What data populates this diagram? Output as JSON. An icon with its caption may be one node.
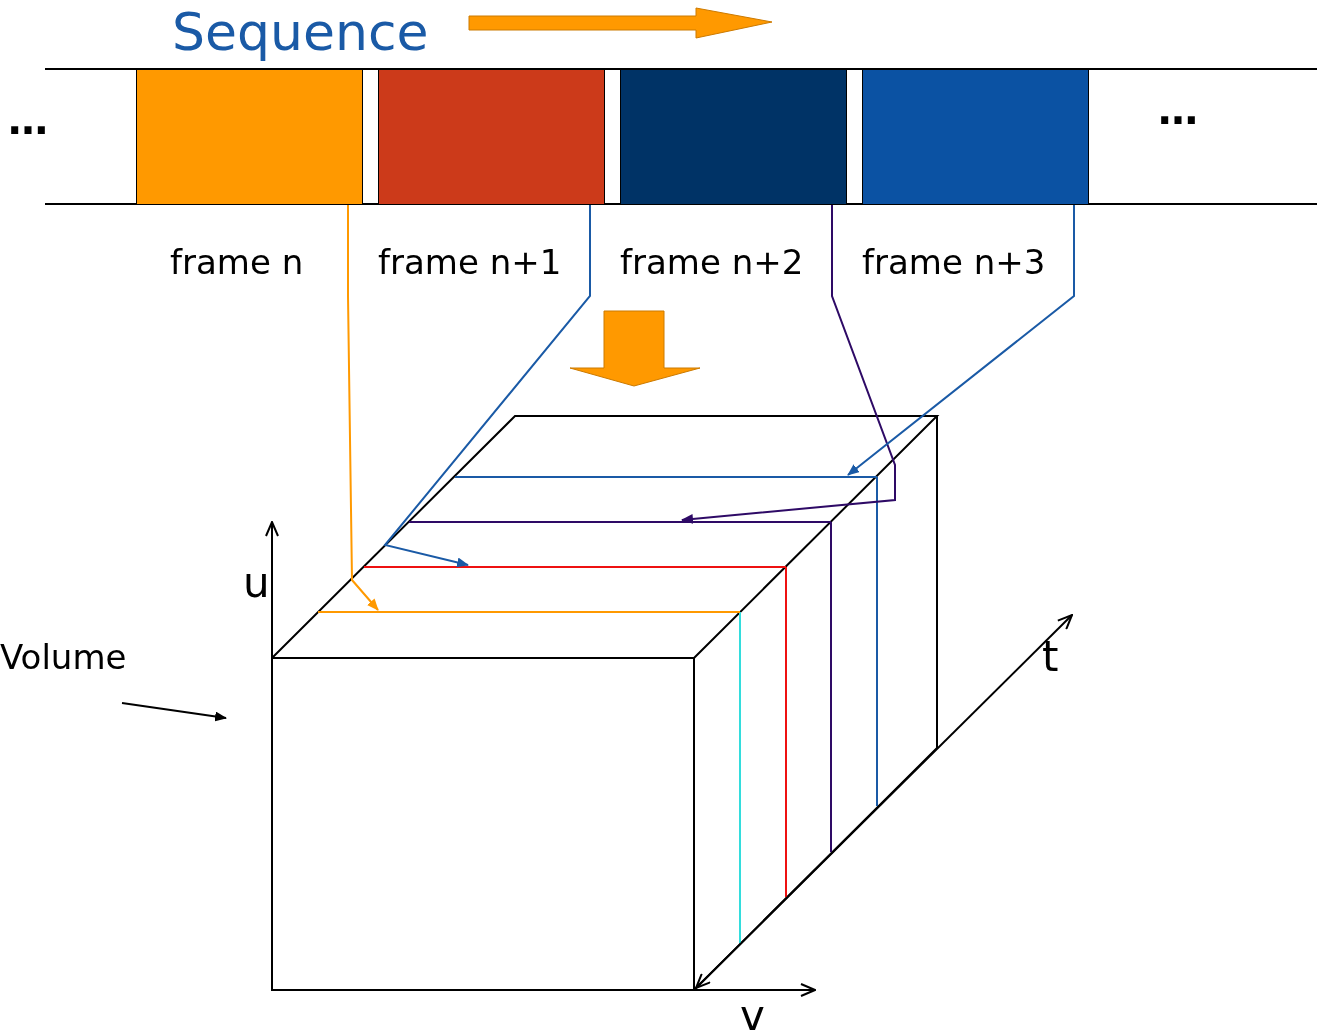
{
  "diagram": {
    "nodes": [
      {
        "text": [
          "frame n"
        ]
      },
      {
        "text": [
          "frame n+1"
        ]
      },
      {
        "text": [
          "frame n+2"
        ]
      },
      {
        "text": [
          "frame n+3"
        ]
      },
      {
        "text": [],
        "shape": "box"
      },
      {
        "text": [],
        "shape": "box",
        "in": 4
      },
      {
        "text": [],
        "shape": "box",
        "in": 4
      },
      {
        "text": [],
        "shape": "box",
        "in": 4
      },
      {
        "text": [],
        "shape": "box",
        "in": 4
      },
      {
        "text": [
          "Volume"
        ]
      }
    ],
    "edges": [
      {
        "from": 0,
        "to": 8,
        "arrow": "to",
        "color": "#ff9900"
      },
      {
        "from": 1,
        "to": 7,
        "arrow": "to",
        "color": "#1a5aa6"
      },
      {
        "from": 2,
        "to": 6,
        "arrow": "to",
        "color": "#2e0a66"
      },
      {
        "from": 3,
        "to": 5,
        "arrow": "to",
        "color": "#1a5aa6"
      },
      {
        "from": 9,
        "to": 4,
        "arrow": "to",
        "color": "#000000"
      }
    ],
    "labels": [
      "Sequence",
      "…",
      "…",
      "u",
      "t",
      "v"
    ]
  }
}
